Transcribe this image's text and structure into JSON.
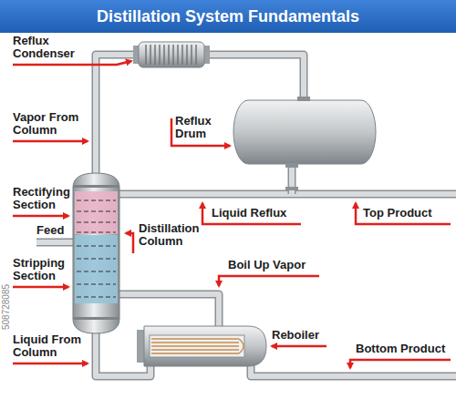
{
  "diagram": {
    "title": "Distillation System Fundamentals",
    "labels": [
      "Reflux Condenser",
      "Vapor From Column",
      "Reflux Drum",
      "Rectifying Section",
      "Liquid Reflux",
      "Top Product",
      "Feed",
      "Distillation Column",
      "Stripping Section",
      "Boil Up Vapor",
      "Reboiler",
      "Liquid From Column",
      "Bottom Product",
      "508728085"
    ]
  }
}
